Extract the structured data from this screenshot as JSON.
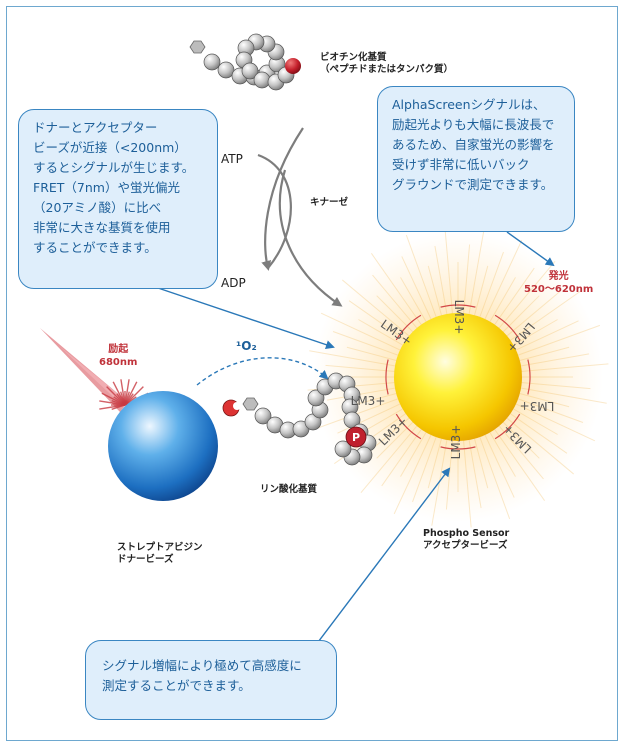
{
  "callouts": {
    "proximity": "ドナーとアクセプター\nビーズが近接（<200nm）\nするとシグナルが生じます。\nFRET（7nm）や蛍光偏光\n（20アミノ酸）に比べ\n非常に大きな基質を使用\nすることができます。",
    "alphascreen": "AlphaScreenシグナルは、\n励起光よりも大幅に長波長で\nあるため、自家蛍光の影響を\n受けず非常に低いバック\nグラウンドで測定できます。",
    "sensitivity": "シグナル増幅により極めて高感度に\n測定することができます。"
  },
  "labels": {
    "biotin_substrate": "ビオチン化基質\n（ペプチドまたはタンパク質）",
    "atp": "ATP",
    "adp": "ADP",
    "kinase": "キナーゼ",
    "emission": "発光\n520～620nm",
    "excitation": "励起\n680nm",
    "singlet_oxygen": "¹O₂",
    "phospho_substrate": "リン酸化基質",
    "donor_bead": "ストレプトアビジン\nドナービーズ",
    "acceptor_bead": "Phospho Sensor\nアクセプタービーズ",
    "phosphate": "P",
    "lanthanide": "LM3+"
  },
  "colors": {
    "callout_fill": "#dfeefb",
    "callout_border": "#3a86c2",
    "callout_text": "#1d5f99",
    "emission_red": "#c0323a",
    "phosphate_red": "#c0202e",
    "bracket_red": "#d24848",
    "arrow_blue": "#2a78b8"
  }
}
